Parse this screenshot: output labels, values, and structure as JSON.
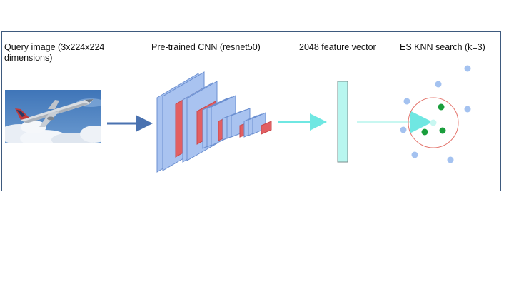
{
  "labels": {
    "query": "Query image (3x224x224\ndimensions)",
    "cnn": "Pre-trained CNN (resnet50)",
    "feature": "2048 feature vector",
    "knn": "ES KNN search (k=3)"
  },
  "colors": {
    "frame_border": "#3e5a7e",
    "arrow_blue": "#4a72b0",
    "arrow_cyan": "#6fe7e2",
    "layer_blue": "#a9c3f0",
    "layer_red": "#e25f62",
    "feature_vector": "#b8f6ef",
    "point_blue": "#a4c2f0",
    "point_green": "#1a9e3c",
    "query_point": "#c8f7f1",
    "search_circle": "#e4776f"
  },
  "icons": {
    "query_image": "airplane-photo"
  }
}
